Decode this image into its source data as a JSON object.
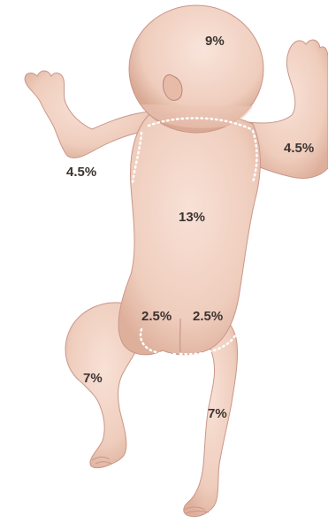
{
  "colors": {
    "skin": "#f1d2c4",
    "skin_shadow": "#d9ab97",
    "skin_highlight": "#f8e3d9",
    "outline": "#c9968a",
    "dotted_line": "#ffffff",
    "label_text": "#3a3431"
  },
  "labels": {
    "head": "9%",
    "left_arm": "4.5%",
    "right_arm": "4.5%",
    "back": "13%",
    "left_buttock": "2.5%",
    "right_buttock": "2.5%",
    "left_leg": "7%",
    "right_leg": "7%"
  }
}
